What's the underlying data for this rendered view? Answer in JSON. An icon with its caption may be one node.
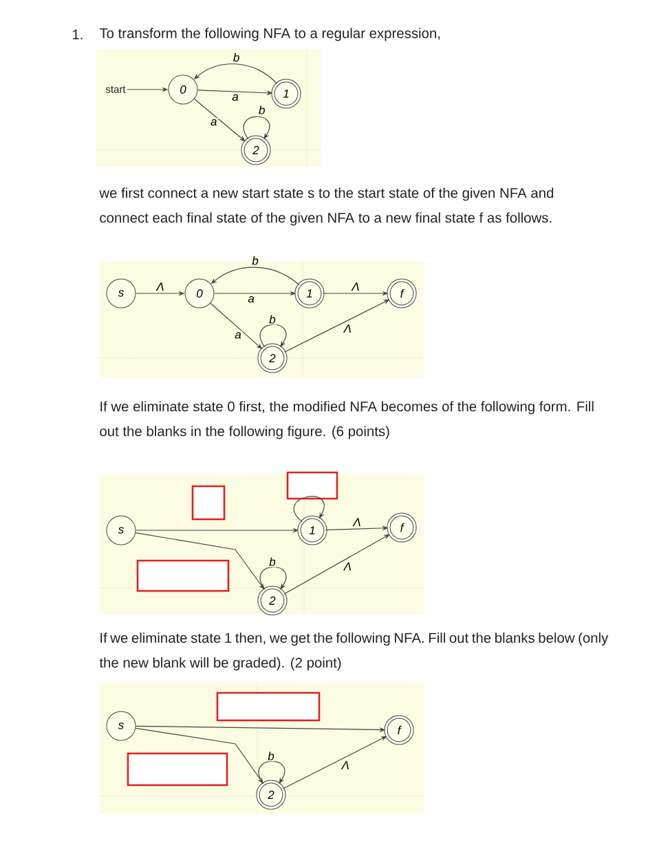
{
  "diagram": {
    "nodes": [
      {
        "text": [
          "start"
        ]
      },
      {
        "text": [
          "0"
        ]
      },
      {
        "text": [
          "1"
        ]
      },
      {
        "text": [
          "2"
        ]
      },
      {
        "text": [
          "s"
        ]
      },
      {
        "text": [
          "0"
        ]
      },
      {
        "text": [
          "1"
        ]
      },
      {
        "text": [
          "f"
        ]
      },
      {
        "text": [
          "2"
        ]
      },
      {
        "text": [
          "s"
        ]
      },
      {
        "text": [],
        "shape": "box"
      },
      {
        "text": [],
        "shape": "box"
      },
      {
        "text": [
          "1"
        ]
      },
      {
        "text": [
          "f"
        ]
      },
      {
        "text": [],
        "shape": "box"
      },
      {
        "text": [
          "2"
        ]
      },
      {
        "text": [
          "s"
        ]
      },
      {
        "text": [],
        "shape": "box"
      },
      {
        "text": [
          "f"
        ]
      },
      {
        "text": [],
        "shape": "box"
      },
      {
        "text": [
          "2"
        ]
      }
    ],
    "edges": [
      {
        "from": 0,
        "to": 1,
        "arrow": "to"
      },
      {
        "from": 2,
        "to": 1,
        "arrow": "to",
        "label": "b"
      },
      {
        "from": 1,
        "to": 2,
        "arrow": "to",
        "label": "a"
      },
      {
        "from": 1,
        "to": 3,
        "arrow": "to",
        "label": "a"
      },
      {
        "from": 3,
        "to": 3,
        "arrow": "to",
        "label": "b"
      },
      {
        "from": 4,
        "to": 5,
        "arrow": "to",
        "label": "Λ"
      },
      {
        "from": 6,
        "to": 5,
        "arrow": "to",
        "label": "b"
      },
      {
        "from": 5,
        "to": 6,
        "arrow": "to",
        "label": "a"
      },
      {
        "from": 5,
        "to": 8,
        "arrow": "to",
        "label": "a"
      },
      {
        "from": 8,
        "to": 8,
        "arrow": "to",
        "label": "b"
      },
      {
        "from": 6,
        "to": 7,
        "arrow": "to",
        "label": "Λ"
      },
      {
        "from": 8,
        "to": 7,
        "arrow": "to",
        "label": "Λ"
      },
      {
        "from": 9,
        "to": 12,
        "arrow": "to"
      },
      {
        "from": 12,
        "to": 12,
        "arrow": "to"
      },
      {
        "from": 12,
        "to": 13,
        "arrow": "to",
        "label": "Λ"
      },
      {
        "from": 9,
        "to": 15,
        "arrow": "to"
      },
      {
        "from": 15,
        "to": 15,
        "arrow": "to",
        "label": "b"
      },
      {
        "from": 15,
        "to": 13,
        "arrow": "to",
        "label": "Λ"
      },
      {
        "from": 16,
        "to": 18,
        "arrow": "to"
      },
      {
        "from": 16,
        "to": 20,
        "arrow": "to"
      },
      {
        "from": 20,
        "to": 20,
        "arrow": "to",
        "label": "b"
      },
      {
        "from": 20,
        "to": 18,
        "arrow": "to",
        "label": "Λ"
      }
    ],
    "labels": [
      "1.",
      "To transform the following NFA to a regular expression,",
      "we first connect a new start state s to the start state of the given NFA and connect each final state of the given NFA to a new final state f as follows.",
      "If we eliminate state 0 first, the modified NFA becomes of the following form. Fill out the blanks in the following figure. (6 points)",
      "If we eliminate state 1 then, we get the following NFA. Fill out the blanks below (only the new blank will be graded). (2 point)"
    ]
  }
}
